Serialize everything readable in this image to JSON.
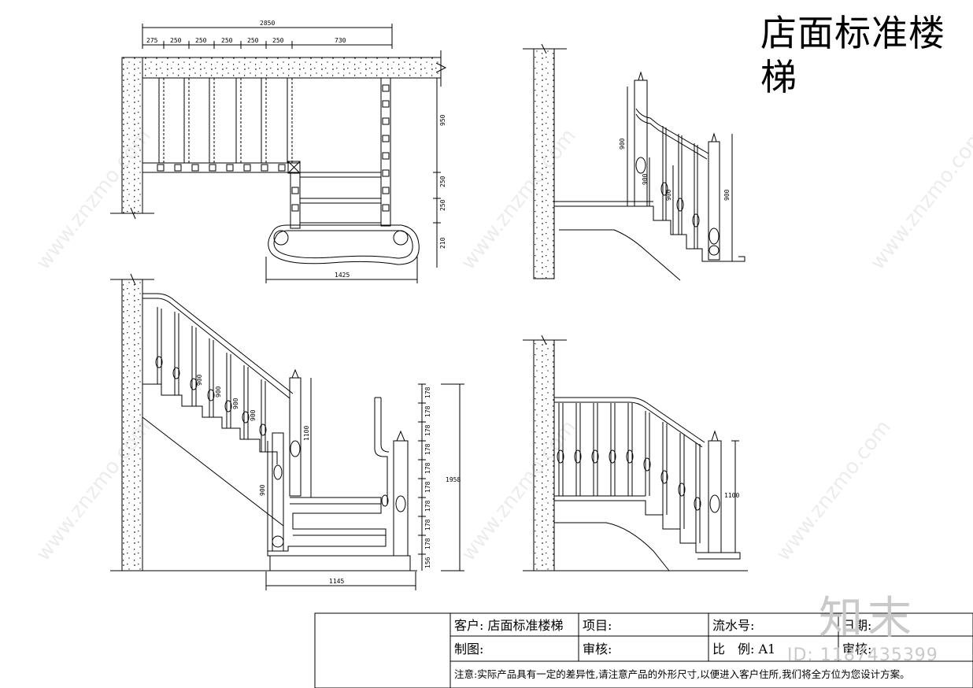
{
  "title": "店面标准楼梯",
  "title_block": {
    "client": "客户: 店面标准楼梯",
    "project": "项目:",
    "serial": "流水号:",
    "date": "日期:",
    "drawn": "制图:",
    "review": "审核:",
    "scale": "比　例: A1",
    "audit": "审核:",
    "note": "注意:实际产品具有一定的差异性,请注意产品的外形尺寸,以便进入客户住所,我们将全方位为您设计方案。"
  },
  "logo": {
    "mark": "知末",
    "id": "ID: 1187435399"
  },
  "watermark": "www.znzmo.com",
  "dimensions": {
    "plan_total": "2850",
    "plan_top": [
      "275",
      "250",
      "250",
      "250",
      "250",
      "250",
      "730"
    ],
    "plan_right": [
      "950",
      "250",
      "250",
      "210"
    ],
    "plan_bottom": "1425",
    "elev_tr": [
      "900",
      "900",
      "900",
      "900"
    ],
    "elev_bl": [
      "900",
      "900",
      "900",
      "900",
      "900",
      "1100"
    ],
    "elev_bl_right": [
      "178",
      "178",
      "178",
      "178",
      "178",
      "178",
      "178",
      "178",
      "178",
      "156"
    ],
    "elev_bl_total": "1958",
    "elev_bl_bottom": "1145",
    "elev_br": [
      "1100"
    ]
  }
}
